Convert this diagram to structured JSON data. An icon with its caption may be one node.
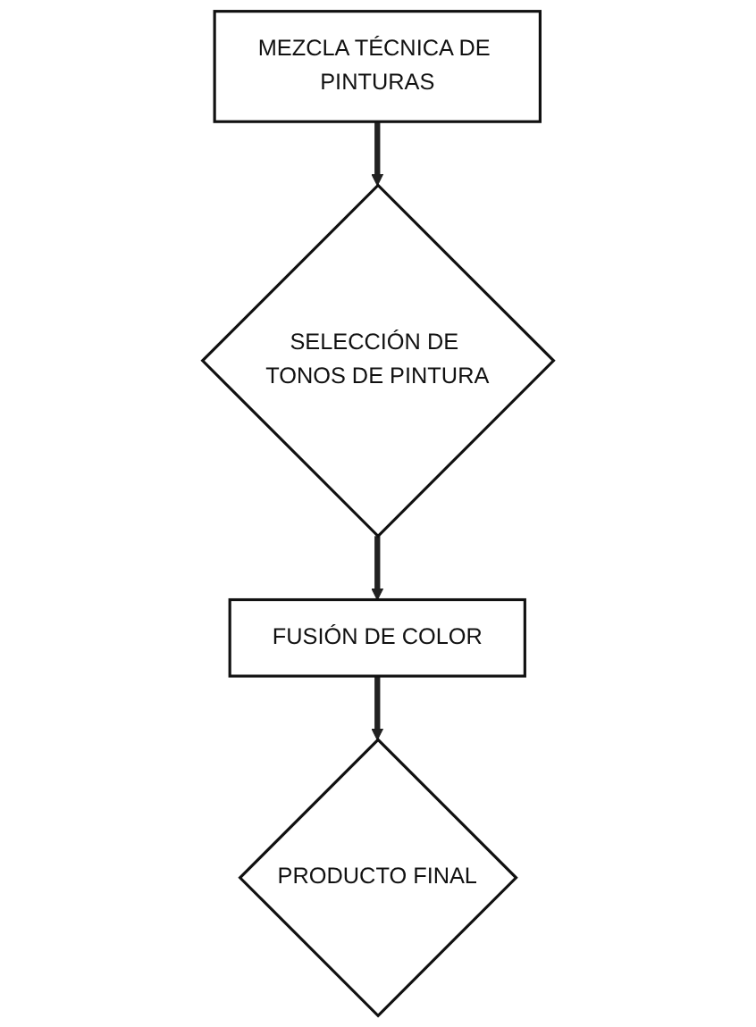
{
  "diagram": {
    "nodes": [
      {
        "text": [
          "MEZCLA TÉCNICA DE PINTURAS"
        ]
      },
      {
        "text": [
          "SELECCIÓN DE TONOS DE PINTURA"
        ]
      },
      {
        "text": [
          "FUSIÓN DE COLOR"
        ]
      },
      {
        "text": [
          "PRODUCTO FINAL"
        ]
      }
    ],
    "edges": [
      {
        "from": 0,
        "to": 1,
        "arrow": "to"
      },
      {
        "from": 1,
        "to": 2,
        "arrow": "to"
      },
      {
        "from": 2,
        "to": 3,
        "arrow": "to"
      }
    ]
  }
}
